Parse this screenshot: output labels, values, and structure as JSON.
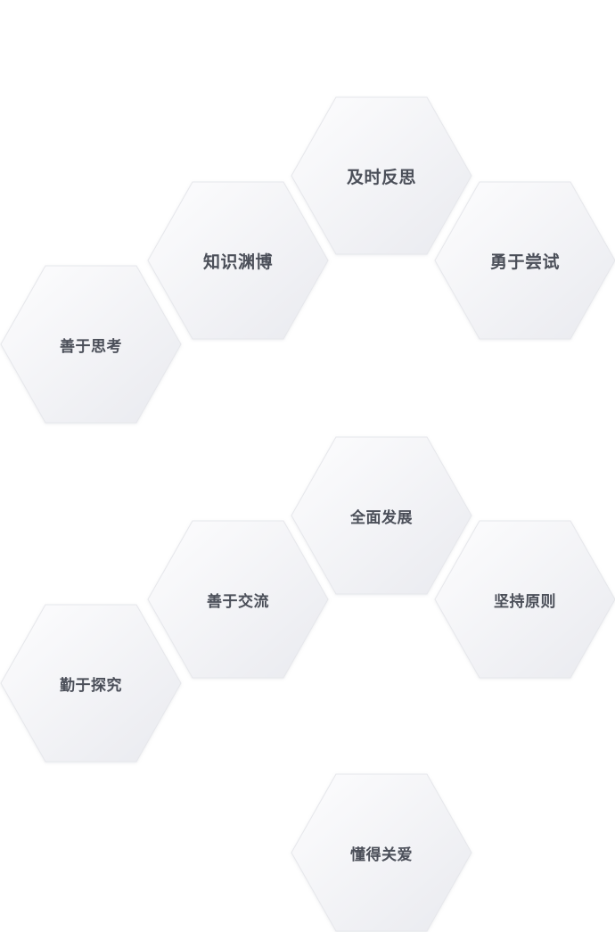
{
  "cards": {
    "reflect": "及时反思",
    "knowledge": "知识渊博",
    "courage": "勇于尝试",
    "think": "善于思考",
    "allround": "全面发展",
    "exchange": "善于交流",
    "principle": "坚持原则",
    "explore": "勤于探究",
    "care": "懂得关爱"
  },
  "colors": {
    "hex_fill_light": "#fcfcfd",
    "hex_fill_dark": "#eaebf0",
    "hex_border": "#e6e7eb",
    "label": "#4b4f59"
  }
}
